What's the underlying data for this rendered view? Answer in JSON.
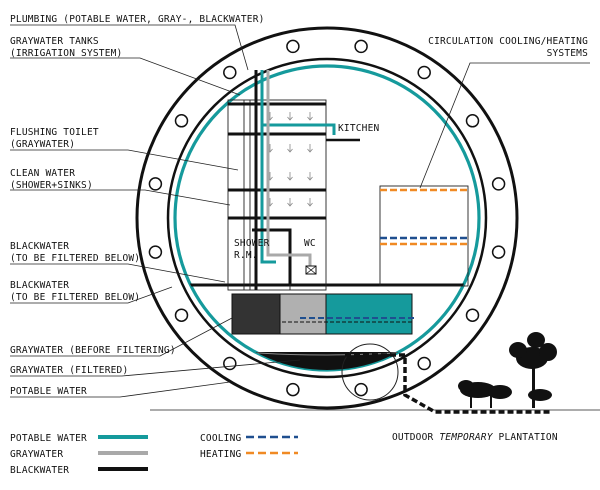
{
  "labels": {
    "plumbing": "PLUMBING (POTABLE WATER, GRAY-, BLACKWATER)",
    "graywater_tanks_1": "GRAYWATER TANKS",
    "graywater_tanks_2": "(IRRIGATION SYSTEM)",
    "flushing_toilet_1": "FLUSHING TOILET",
    "flushing_toilet_2": "(GRAYWATER)",
    "clean_water_1": "CLEAN WATER",
    "clean_water_2": "(SHOWER+SINKS)",
    "blackwater_a_1": "BLACKWATER",
    "blackwater_a_2": "(TO BE FILTERED BELOW)",
    "blackwater_b_1": "BLACKWATER",
    "blackwater_b_2": "(TO BE FILTERED BELOW)",
    "graywater_before": "GRAYWATER (BEFORE FILTERING)",
    "graywater_filtered": "GRAYWATER (FILTERED)",
    "potable_water": "POTABLE WATER",
    "circulation_1": "CIRCULATION COOLING/HEATING",
    "circulation_2": "SYSTEMS",
    "kitchen": "KITCHEN",
    "shower_1": "SHOWER",
    "shower_2": "R.M.",
    "wc": "WC",
    "outdoor_a": "OUTDOOR ",
    "outdoor_b": "TEMPORARY",
    "outdoor_c": " PLANTATION"
  },
  "legend": [
    {
      "label": "POTABLE WATER",
      "color": "#159a9c",
      "style": "solid"
    },
    {
      "label": "GRAYWATER",
      "color": "#a9a9a9",
      "style": "solid"
    },
    {
      "label": "BLACKWATER",
      "color": "#111111",
      "style": "solid"
    },
    {
      "label": "COOLING",
      "color": "#1f4f8f",
      "style": "dashed"
    },
    {
      "label": "HEATING",
      "color": "#f08a24",
      "style": "dashed"
    }
  ],
  "colors": {
    "potable": "#159a9c",
    "gray": "#a9a9a9",
    "black": "#111111",
    "cooling": "#1f4f8f",
    "heating": "#f08a24"
  }
}
